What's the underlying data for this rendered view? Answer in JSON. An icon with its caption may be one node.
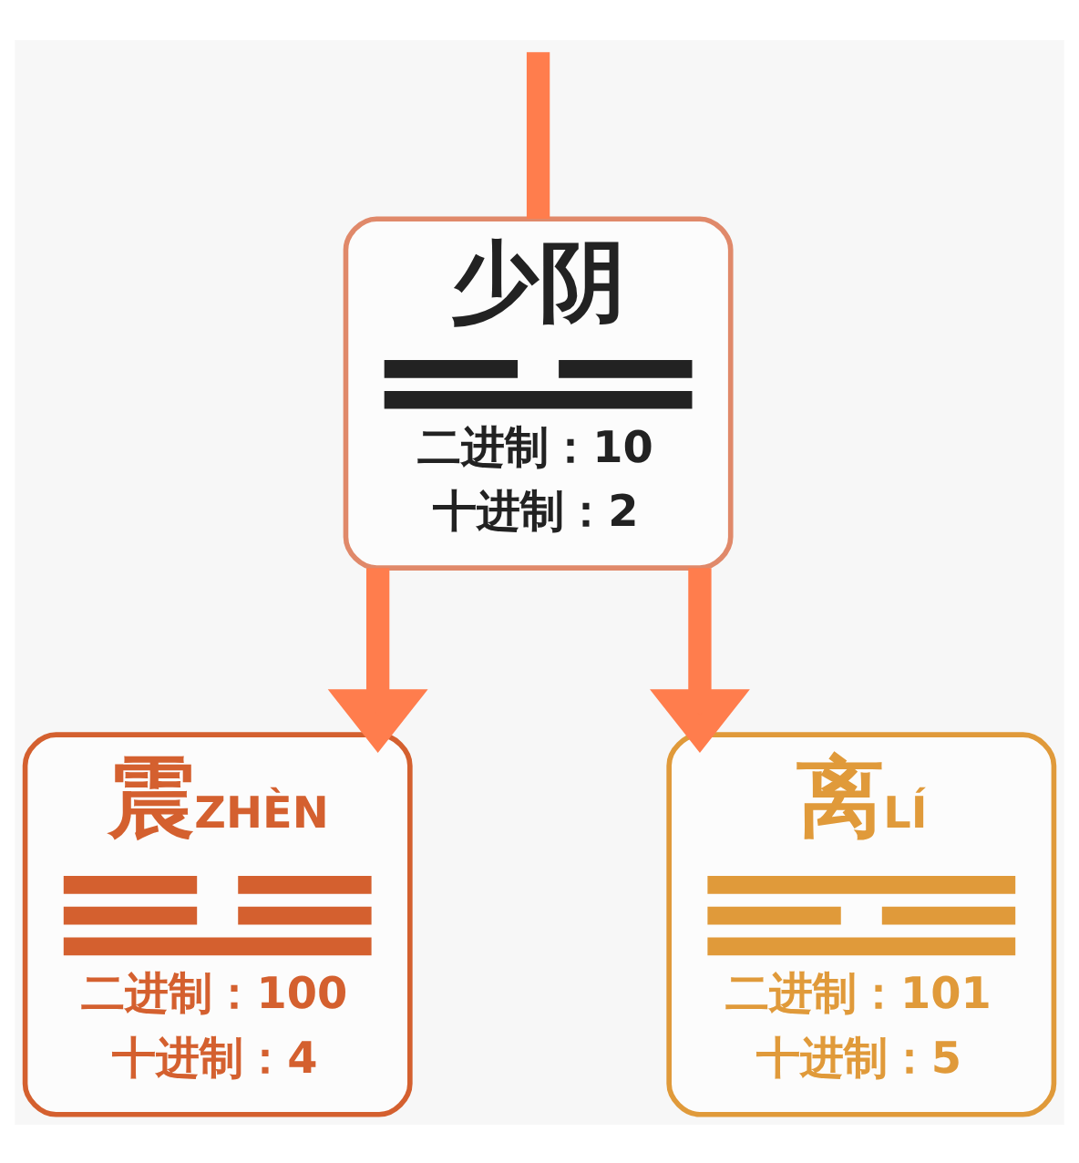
{
  "diagram": {
    "nodes": [
      {
        "text": [
          "少阴",
          "二进制：10",
          "十进制：2"
        ]
      },
      {
        "text": [
          "震",
          "ZHÈN",
          "二进制：100",
          "十进制：4"
        ]
      },
      {
        "text": [
          "离",
          "LÍ",
          "二进制：101",
          "十进制：5"
        ]
      }
    ],
    "edges": [
      {
        "from": null,
        "to": 0,
        "arrow": "none"
      },
      {
        "from": 0,
        "to": 1,
        "arrow": "to"
      },
      {
        "from": 0,
        "to": 2,
        "arrow": "to"
      }
    ]
  }
}
